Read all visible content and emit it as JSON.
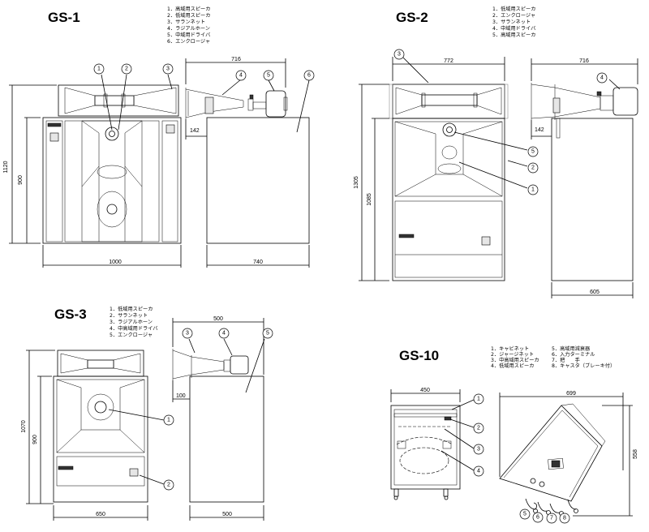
{
  "gs1": {
    "title": "GS-1",
    "legend": [
      "1．高域用スピーカ",
      "2．低域用スピーカ",
      "3．サランネット",
      "4．ラジアルホーン",
      "5．中域用ドライバ",
      "6．エンクロージャ"
    ],
    "dims": {
      "height_total": "1120",
      "height_body": "900",
      "width": "1000",
      "depth_total": "716",
      "horn_offset": "142",
      "depth": "740"
    },
    "callouts": [
      "1",
      "2",
      "3",
      "4",
      "5",
      "6"
    ]
  },
  "gs2": {
    "title": "GS-2",
    "legend": [
      "1．低域用スピーカ",
      "2．エンクロージャ",
      "3．サランネット",
      "4．中域用ドライバ",
      "5．高域用スピーカ"
    ],
    "dims": {
      "width": "772",
      "height_total": "1305",
      "height_body": "1085",
      "depth_total": "716",
      "horn_offset": "142",
      "depth": "605"
    },
    "callouts": [
      "3",
      "4",
      "5",
      "2",
      "1"
    ]
  },
  "gs3": {
    "title": "GS-3",
    "legend": [
      "1．低域用スピーカ",
      "2．サランネット",
      "3．ラジアルホーン",
      "4．中高域用ドライバ",
      "5．エンクロージャ"
    ],
    "dims": {
      "depth_total": "500",
      "height_total": "1070",
      "height_body": "900",
      "horn_offset": "100",
      "width": "650",
      "depth": "500"
    },
    "callouts": [
      "3",
      "4",
      "5",
      "1",
      "2"
    ]
  },
  "gs10": {
    "title": "GS-10",
    "legend": [
      "1．キャビネット",
      "2．ジャージネット",
      "3．中高域用スピーカ",
      "4．低域用スピーカ",
      "5．高域用減衰器",
      "6．入力ターミナル",
      "7．把　　手",
      "8．キャスタ（ブレーキ付）"
    ],
    "dims": {
      "width": "450",
      "tilted_depth": "699",
      "height": "558"
    },
    "callouts": [
      "1",
      "2",
      "3",
      "4",
      "5",
      "6",
      "7",
      "8"
    ]
  }
}
